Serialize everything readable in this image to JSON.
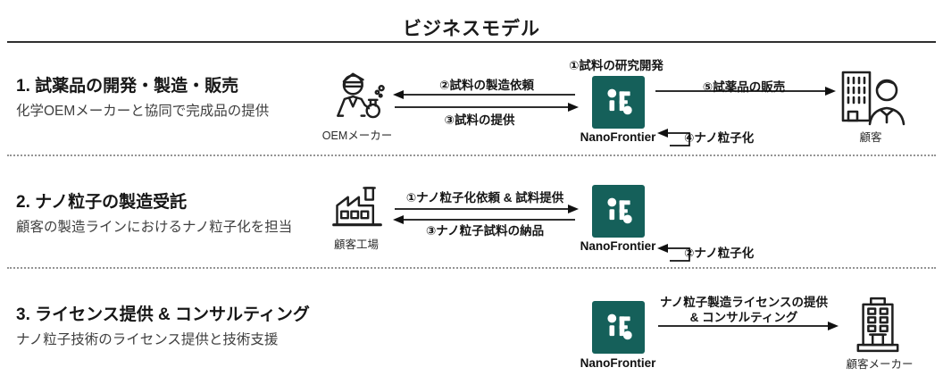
{
  "title": "ビジネスモデル",
  "brand": {
    "name": "NanoFrontier",
    "teal": "#15605A"
  },
  "rows": [
    {
      "heading": "1. 試薬品の開発・製造・販売",
      "subheading": "化学OEMメーカーと協同で完成品の提供",
      "left_actor": {
        "icon": "scientist-icon",
        "label": "OEMメーカー"
      },
      "company_label": "NanoFrontier",
      "steps": {
        "research": "①試料の研究開発",
        "order": "②試料の製造依頼",
        "provide": "③試料の提供",
        "nanoparticle": "④ナノ粒子化",
        "sale": "⑤試薬品の販売"
      },
      "right_actor": {
        "icon": "customer-icon",
        "label": "顧客"
      }
    },
    {
      "heading": "2. ナノ粒子の製造受託",
      "subheading": "顧客の製造ラインにおけるナノ粒子化を担当",
      "left_actor": {
        "icon": "factory-icon",
        "label": "顧客工場"
      },
      "company_label": "NanoFrontier",
      "steps": {
        "request": "①ナノ粒子化依頼 & 試料提供",
        "nanoparticle": "②ナノ粒子化",
        "delivery": "③ナノ粒子試料の納品"
      }
    },
    {
      "heading": "3. ライセンス提供 & コンサルティング",
      "subheading": "ナノ粒子技術のライセンス提供と技術支援",
      "company_label": "NanoFrontier",
      "steps": {
        "license_line1": "ナノ粒子製造ライセンスの提供",
        "license_line2": "& コンサルティング"
      },
      "right_actor": {
        "icon": "office-building-icon",
        "label": "顧客メーカー"
      }
    }
  ]
}
